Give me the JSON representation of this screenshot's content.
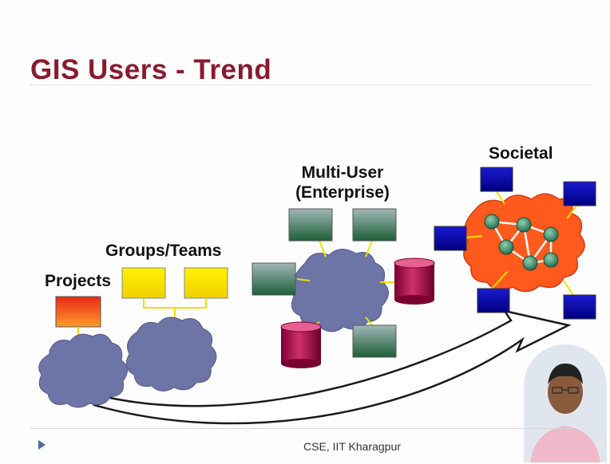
{
  "slide": {
    "title": "GIS Users - Trend",
    "footer": "CSE, IIT Kharagpur"
  },
  "diagram": {
    "stages": [
      {
        "label": "Projects"
      },
      {
        "label": "Groups/Teams"
      },
      {
        "label": "Multi-User\n(Enterprise)"
      },
      {
        "label": "Societal"
      }
    ]
  },
  "colors": {
    "title": "#8b1a2e",
    "cloud": "#6d74a6",
    "project_box": "#e8491d",
    "team_box": "#ffee00",
    "server_box": "#4a7a6a",
    "database": "#b0104e",
    "societal_box": "#0a0aa0",
    "societal_cloud": "#ff5a1e",
    "node": "#3d8f6e",
    "connector": "#f0e000"
  }
}
